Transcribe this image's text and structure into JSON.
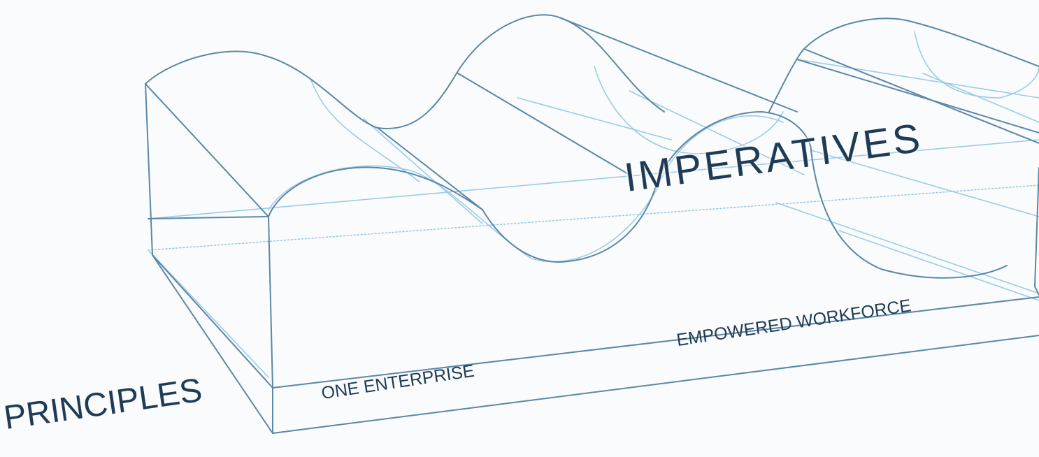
{
  "diagram": {
    "imperatives_label": "IMPERATIVES",
    "principles_label": "PRINCIPLES",
    "base_labels": {
      "one_enterprise": "ONE ENTERPRISE",
      "empowered_workforce": "EMPOWERED WORKFORCE"
    },
    "colors": {
      "background": "#fafbfc",
      "dark_outline": "#5b87a8",
      "light_outline": "#9ccbe8",
      "text": "#1f3b55"
    }
  }
}
